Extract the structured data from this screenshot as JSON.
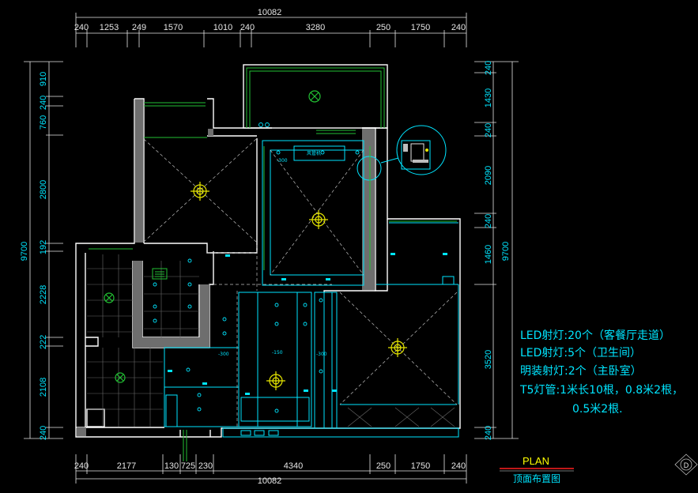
{
  "dims_top": {
    "overall": "10082",
    "segments": [
      "240",
      "1253",
      "249",
      "1570",
      "1010",
      "240",
      "3280",
      "250",
      "1750",
      "240"
    ]
  },
  "dims_bottom": {
    "overall": "10082",
    "segments": [
      "240",
      "2177",
      "130",
      "725",
      "230",
      "4340",
      "250",
      "1750",
      "240"
    ]
  },
  "dims_left": {
    "overall": "9700",
    "segments": [
      "910",
      "240",
      "760",
      "2800",
      "192",
      "2228",
      "222",
      "2108",
      "240"
    ]
  },
  "dims_right": {
    "overall": "9700",
    "segments": [
      "240",
      "1430",
      "240",
      "2090",
      "240",
      "1460",
      "3520",
      "240"
    ]
  },
  "notes": {
    "line1": "LED射灯:20个（客餐厅走道）",
    "line2": "LED射灯:5个（卫生间）",
    "line3": "明装射灯:2个（主卧室）",
    "line4": "T5灯管:1米长10根，0.8米2根，",
    "line5": "0.5米2根."
  },
  "title": {
    "plan_label": "PLAN",
    "subtitle": "顶面布置图",
    "compass_letter": "D"
  },
  "labels": {
    "device": "风管机",
    "h1": "-300",
    "h2": "-300",
    "h3": "-150",
    "h4": "-300"
  },
  "colors": {
    "wall": "#ffffff",
    "ceiling": "#00e5ff",
    "lamp": "#e8e800",
    "light": "#22c033",
    "dim": "#e6e6e6",
    "title": "#ffff00",
    "underline": "#ff2020"
  }
}
